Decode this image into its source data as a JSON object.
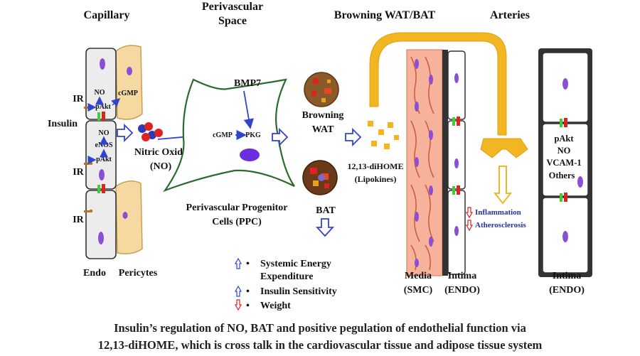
{
  "headings": {
    "capillary": "Capillary",
    "perivascular_1": "Perivascular",
    "perivascular_2": "Space",
    "browning": "Browning WAT/BAT",
    "arteries": "Arteries"
  },
  "capillary": {
    "no_top": "NO",
    "pakt_top": "pAkt",
    "cgmp": "cGMP",
    "ir1": "IR",
    "insulin": "Insulin",
    "no_mid": "NO",
    "enos": "eNOS",
    "pakt_mid": "pAkt",
    "ir2": "IR",
    "ir3": "IR",
    "endo": "Endo",
    "pericytes": "Pericytes"
  },
  "no_label": {
    "line1": "Nitric Oxide",
    "line2": "(NO)"
  },
  "ppc": {
    "bmp7": "BMP7",
    "cgmp": "cGMP",
    "pkg": "PKG",
    "caption_1": "Perivascular Progenitor",
    "caption_2": "Cells (PPC)"
  },
  "adipose": {
    "browning_1": "Browning",
    "browning_2": "WAT",
    "bat": "BAT",
    "lipokine_1": "12,13-diHOME",
    "lipokine_2": "(Lipokines)"
  },
  "effects": {
    "energy_1": "Systemic Energy",
    "energy_2": "Expenditure",
    "insulin": "Insulin Sensitivity",
    "weight": "Weight",
    "bullet": "•"
  },
  "artery": {
    "inflammation": "Inflammation",
    "atherosclerosis": "Atherosclerosis",
    "media_1": "Media",
    "media_2": "(SMC)",
    "intima_1": "Intima",
    "intima_2": "(ENDO)",
    "intima_r1": "Intima",
    "intima_r2": "(ENDO)",
    "markers": [
      "pAkt",
      "NO",
      "VCAM-1",
      "Others"
    ]
  },
  "caption": {
    "line1": "Insulin’s regulation of NO, BAT and positive pegulation of endothelial function via",
    "line2": "12,13-diHOME, which is cross talk in the cardiovascular tissue and adipose tissue system"
  },
  "colors": {
    "endothelial": "#ececec",
    "pericyte": "#f5d9a0",
    "nucleus": "#8a4fd6",
    "arrow_blue": "#3344cc",
    "arrow_gold": "#f2b622",
    "smc": "#f6b29a",
    "receptor_green": "#44cc33",
    "receptor_red": "#dd2222",
    "ppc_outline": "#2a6a2a"
  }
}
